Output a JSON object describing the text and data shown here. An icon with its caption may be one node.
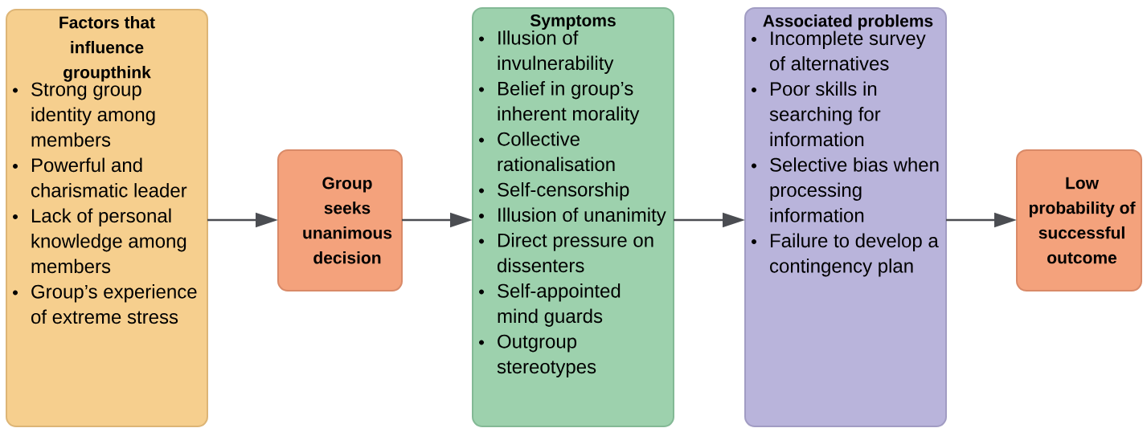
{
  "diagram": {
    "nodes": [
      {
        "text": [
          "Factors that influence groupthink",
          "Strong group identity among members",
          "Powerful and charismatic leader",
          "Lack of personal knowledge among members",
          "Group’s experience of extreme stress"
        ]
      },
      {
        "text": [
          "Group seeks unanimous decision"
        ]
      },
      {
        "text": [
          "Symptoms",
          "Illusion of invulnerability",
          "Belief in group’s inherent morality",
          "Collective rationalisation",
          "Self-censorship",
          "Illusion of unanimity",
          "Direct pressure on dissenters",
          "Self-appointed mind guards",
          "Outgroup stereotypes"
        ]
      },
      {
        "text": [
          "Associated problems",
          "Incomplete survey of alternatives",
          "Poor skills in searching for information",
          "Selective bias when processing information",
          "Failure to develop a contingency plan"
        ]
      },
      {
        "text": [
          "Low probability of successful outcome"
        ]
      }
    ],
    "edges": [
      {
        "from": 0,
        "to": 1,
        "arrow": "to"
      },
      {
        "from": 1,
        "to": 2,
        "arrow": "to"
      },
      {
        "from": 2,
        "to": 3,
        "arrow": "to"
      },
      {
        "from": 3,
        "to": 4,
        "arrow": "to"
      }
    ]
  }
}
